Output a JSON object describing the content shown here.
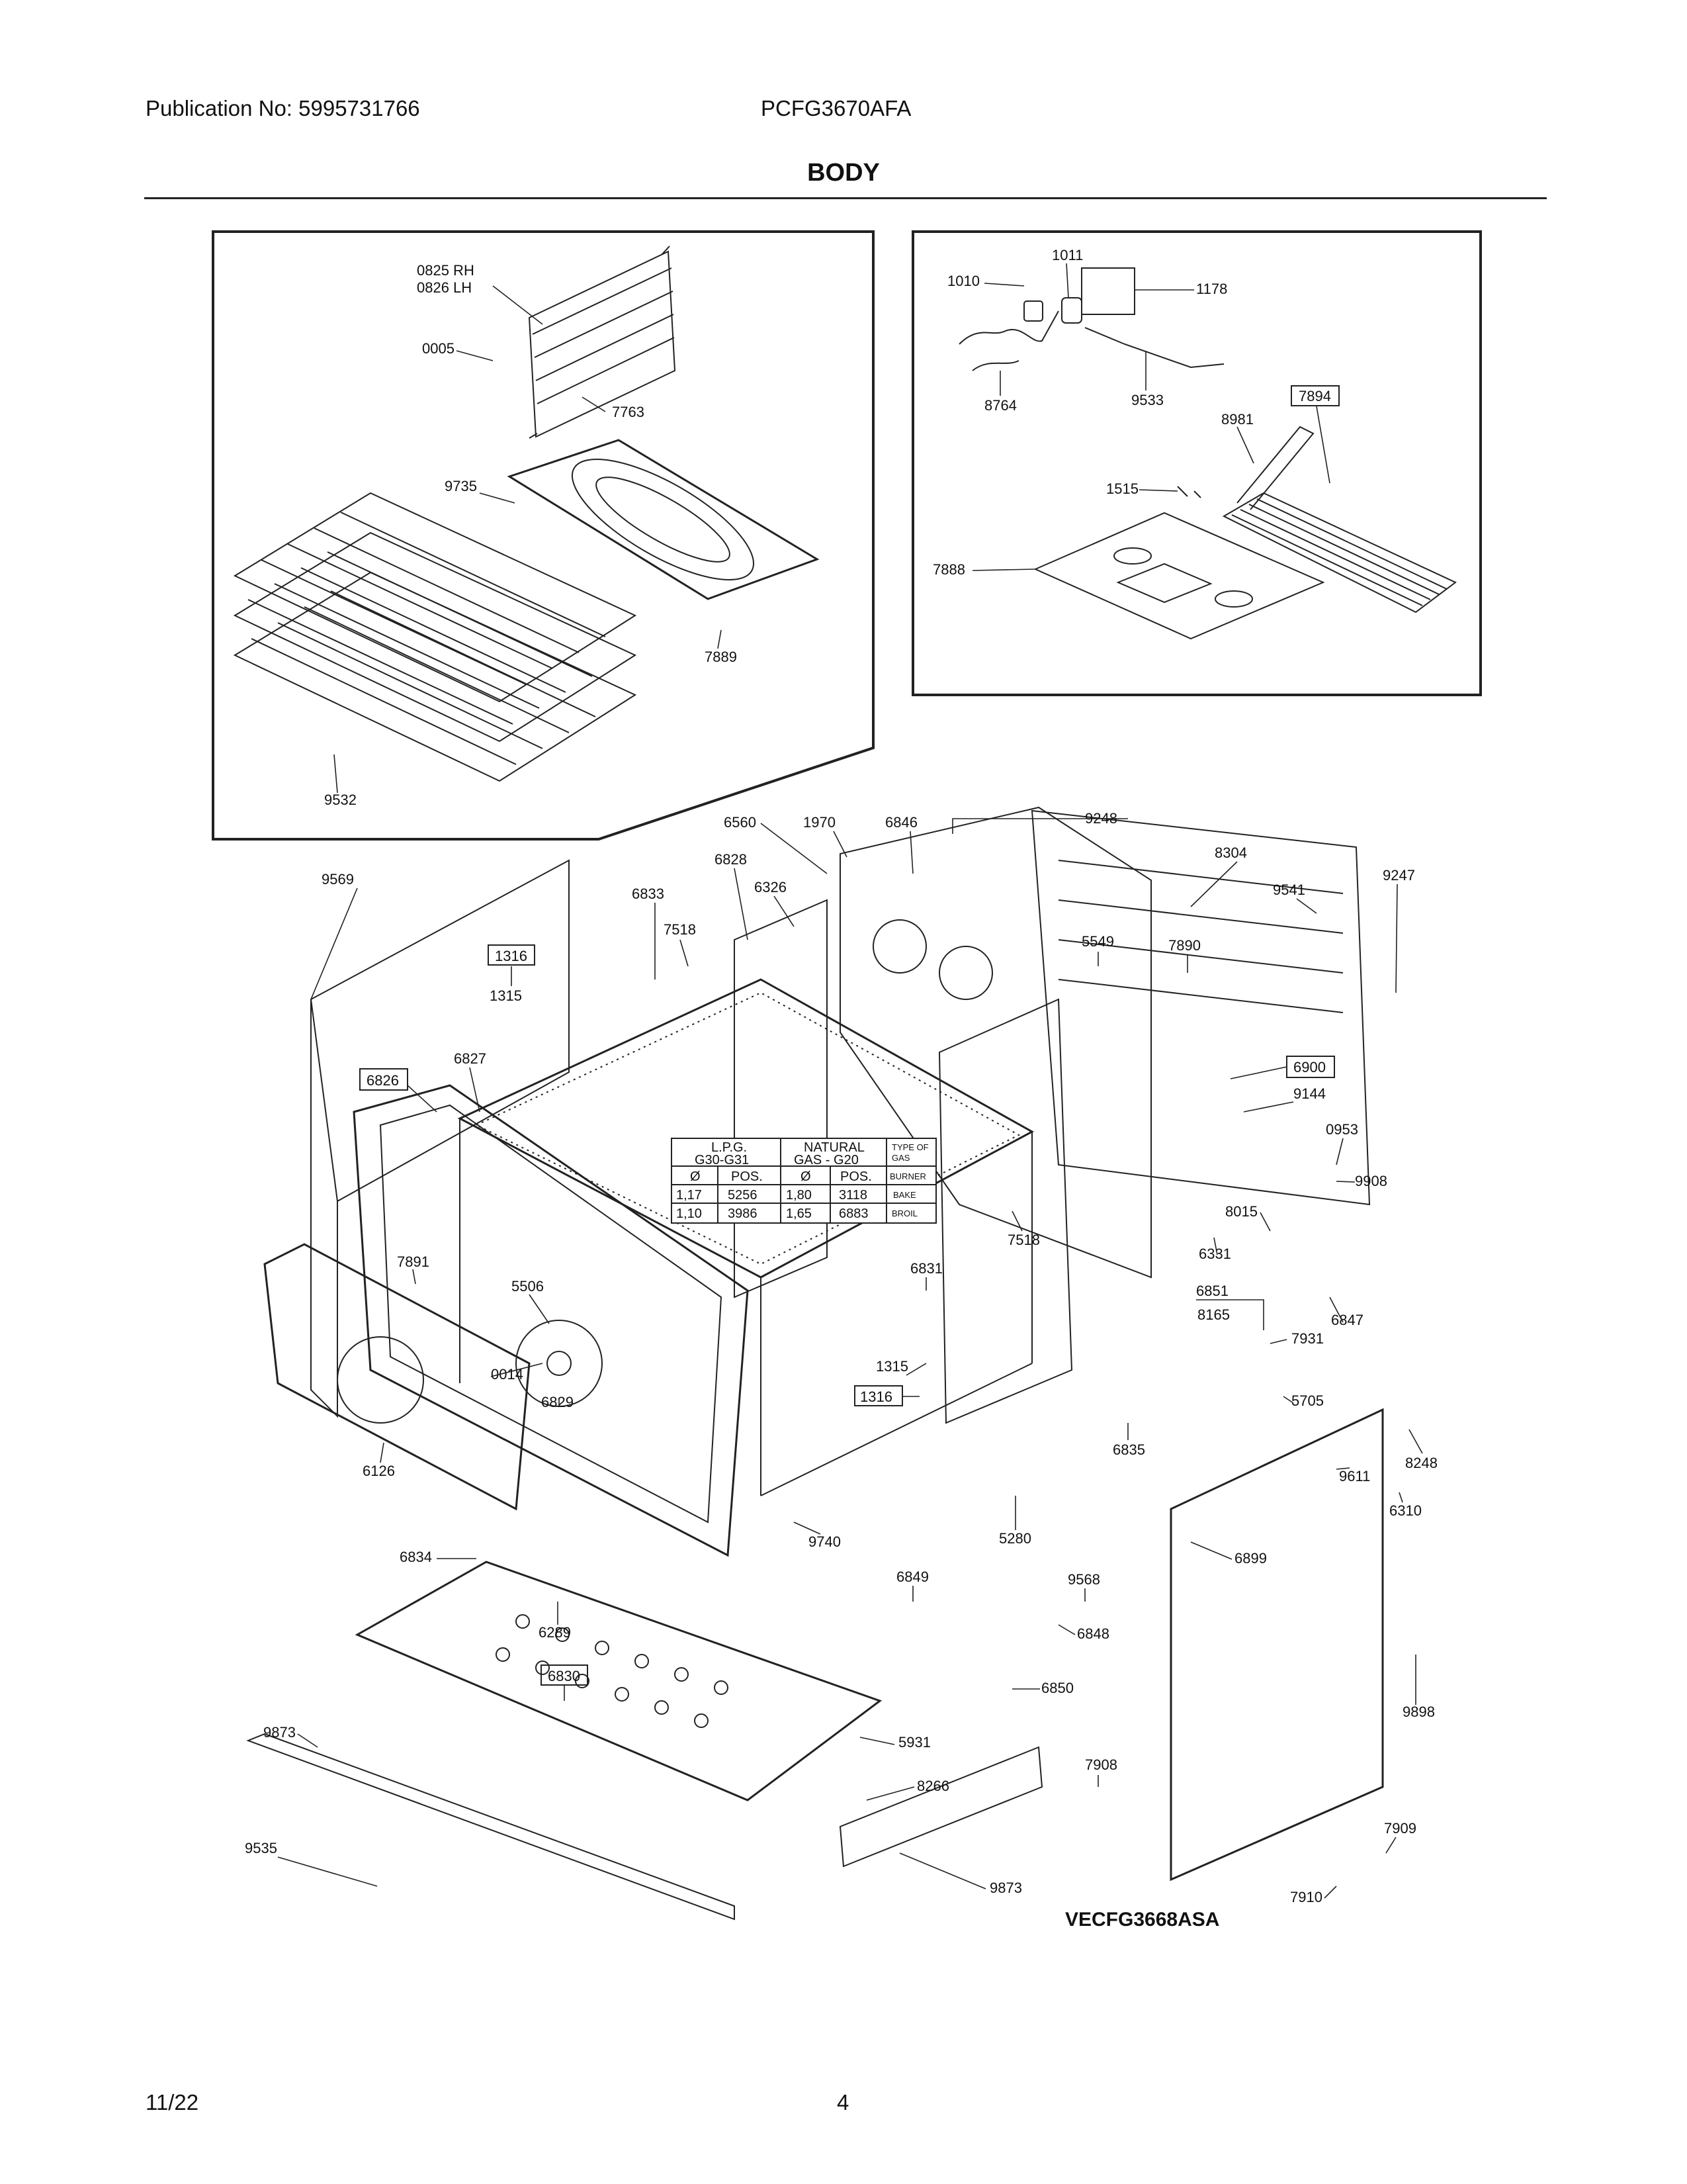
{
  "header": {
    "publication": "Publication No: 5995731766",
    "model": "PCFG3670AFA",
    "section_title": "BODY"
  },
  "footer": {
    "date": "11/22",
    "page": "4"
  },
  "diagram_model": "VECFG3668ASA",
  "callouts": {
    "c0825": "0825 RH",
    "c0826": "0826 LH",
    "c0005": "0005",
    "c7763": "7763",
    "c9735": "9735",
    "c7889": "7889",
    "c9532": "9532",
    "c1011": "1011",
    "c1010": "1010",
    "c1178": "1178",
    "c8764": "8764",
    "c9533": "9533",
    "c7894": "7894",
    "c8981": "8981",
    "c1515": "1515",
    "c7888": "7888",
    "c6560": "6560",
    "c1970": "1970",
    "c6846": "6846",
    "c9248": "9248",
    "c6828": "6828",
    "c8304": "8304",
    "c9541": "9541",
    "c9247": "9247",
    "c9569": "9569",
    "c6833": "6833",
    "c6326": "6326",
    "c7518a": "7518",
    "c1316a": "1316",
    "c1315a": "1315",
    "c5549": "5549",
    "c7890": "7890",
    "c6826": "6826",
    "c6827": "6827",
    "c6900": "6900",
    "c9144": "9144",
    "c0953": "0953",
    "c9908": "9908",
    "c8015": "8015",
    "c6331": "6331",
    "c7518b": "7518",
    "c7891": "7891",
    "c5506": "5506",
    "c6831": "6831",
    "c6851": "6851",
    "c8165": "8165",
    "c7931": "7931",
    "c6847": "6847",
    "c0014": "0014",
    "c1315b": "1315",
    "c1316b": "1316",
    "c6829": "6829",
    "c5705": "5705",
    "c8248": "8248",
    "c6126": "6126",
    "c6835": "6835",
    "c9611": "9611",
    "c6310": "6310",
    "c9740": "9740",
    "c5280": "5280",
    "c6899": "6899",
    "c6834": "6834",
    "c6849": "6849",
    "c9568": "9568",
    "c6848": "6848",
    "c6289": "6289",
    "c6830": "6830",
    "c6850": "6850",
    "c9898": "9898",
    "c9873a": "9873",
    "c5931": "5931",
    "c7908": "7908",
    "c8266": "8266",
    "c9535": "9535",
    "c9873b": "9873",
    "c7909": "7909",
    "c7910": "7910"
  },
  "gas_table": {
    "lpg_header": "L.P.G.",
    "lpg_sub": "G30-G31",
    "natural_header": "NATURAL",
    "natural_sub": "GAS - G20",
    "type_header_1": "TYPE OF",
    "type_header_2": "GAS",
    "col_dia": "Ø",
    "col_pos": "POS.",
    "col_burner": "BURNER",
    "rows": [
      {
        "lpg_dia": "1,17",
        "lpg_pos": "5256",
        "nat_dia": "1,80",
        "nat_pos": "3118",
        "burner": "BAKE"
      },
      {
        "lpg_dia": "1,10",
        "lpg_pos": "3986",
        "nat_dia": "1,65",
        "nat_pos": "6883",
        "burner": "BROIL"
      }
    ]
  }
}
